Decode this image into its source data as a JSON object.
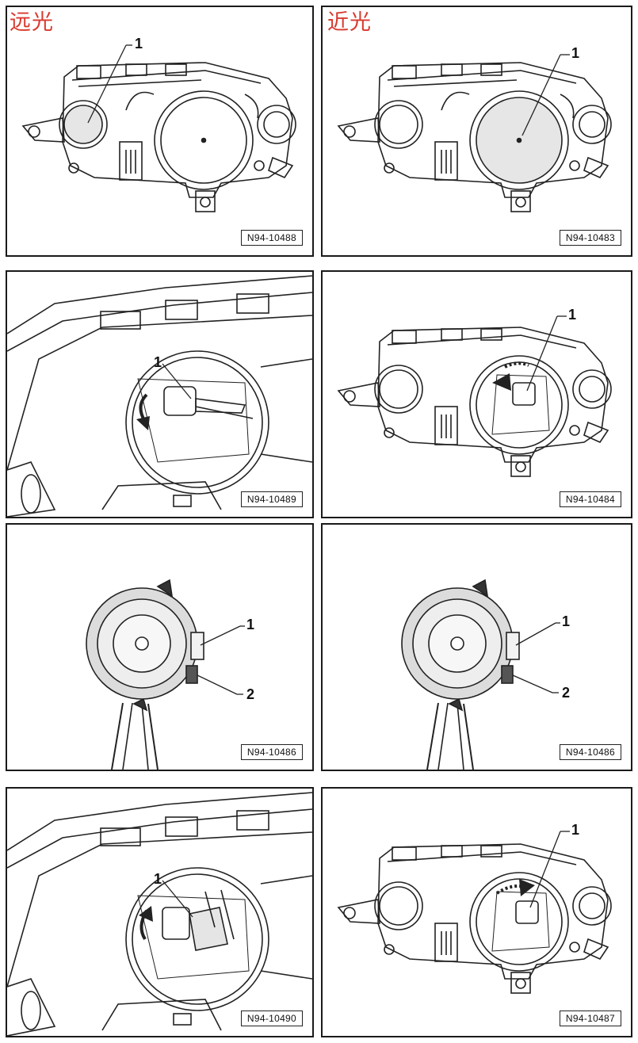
{
  "headings": {
    "left": "远光",
    "right": "近光"
  },
  "panels": [
    {
      "code": "N94-10488",
      "callouts": [
        "1"
      ]
    },
    {
      "code": "N94-10483",
      "callouts": [
        "1"
      ]
    },
    {
      "code": "N94-10489",
      "callouts": [
        "1"
      ]
    },
    {
      "code": "N94-10484",
      "callouts": [
        "1"
      ]
    },
    {
      "code": "N94-10486",
      "callouts": [
        "1",
        "2"
      ]
    },
    {
      "code": "N94-10486",
      "callouts": [
        "1",
        "2"
      ]
    },
    {
      "code": "N94-10490",
      "callouts": [
        "1"
      ]
    },
    {
      "code": "N94-10487",
      "callouts": [
        "1"
      ]
    }
  ]
}
